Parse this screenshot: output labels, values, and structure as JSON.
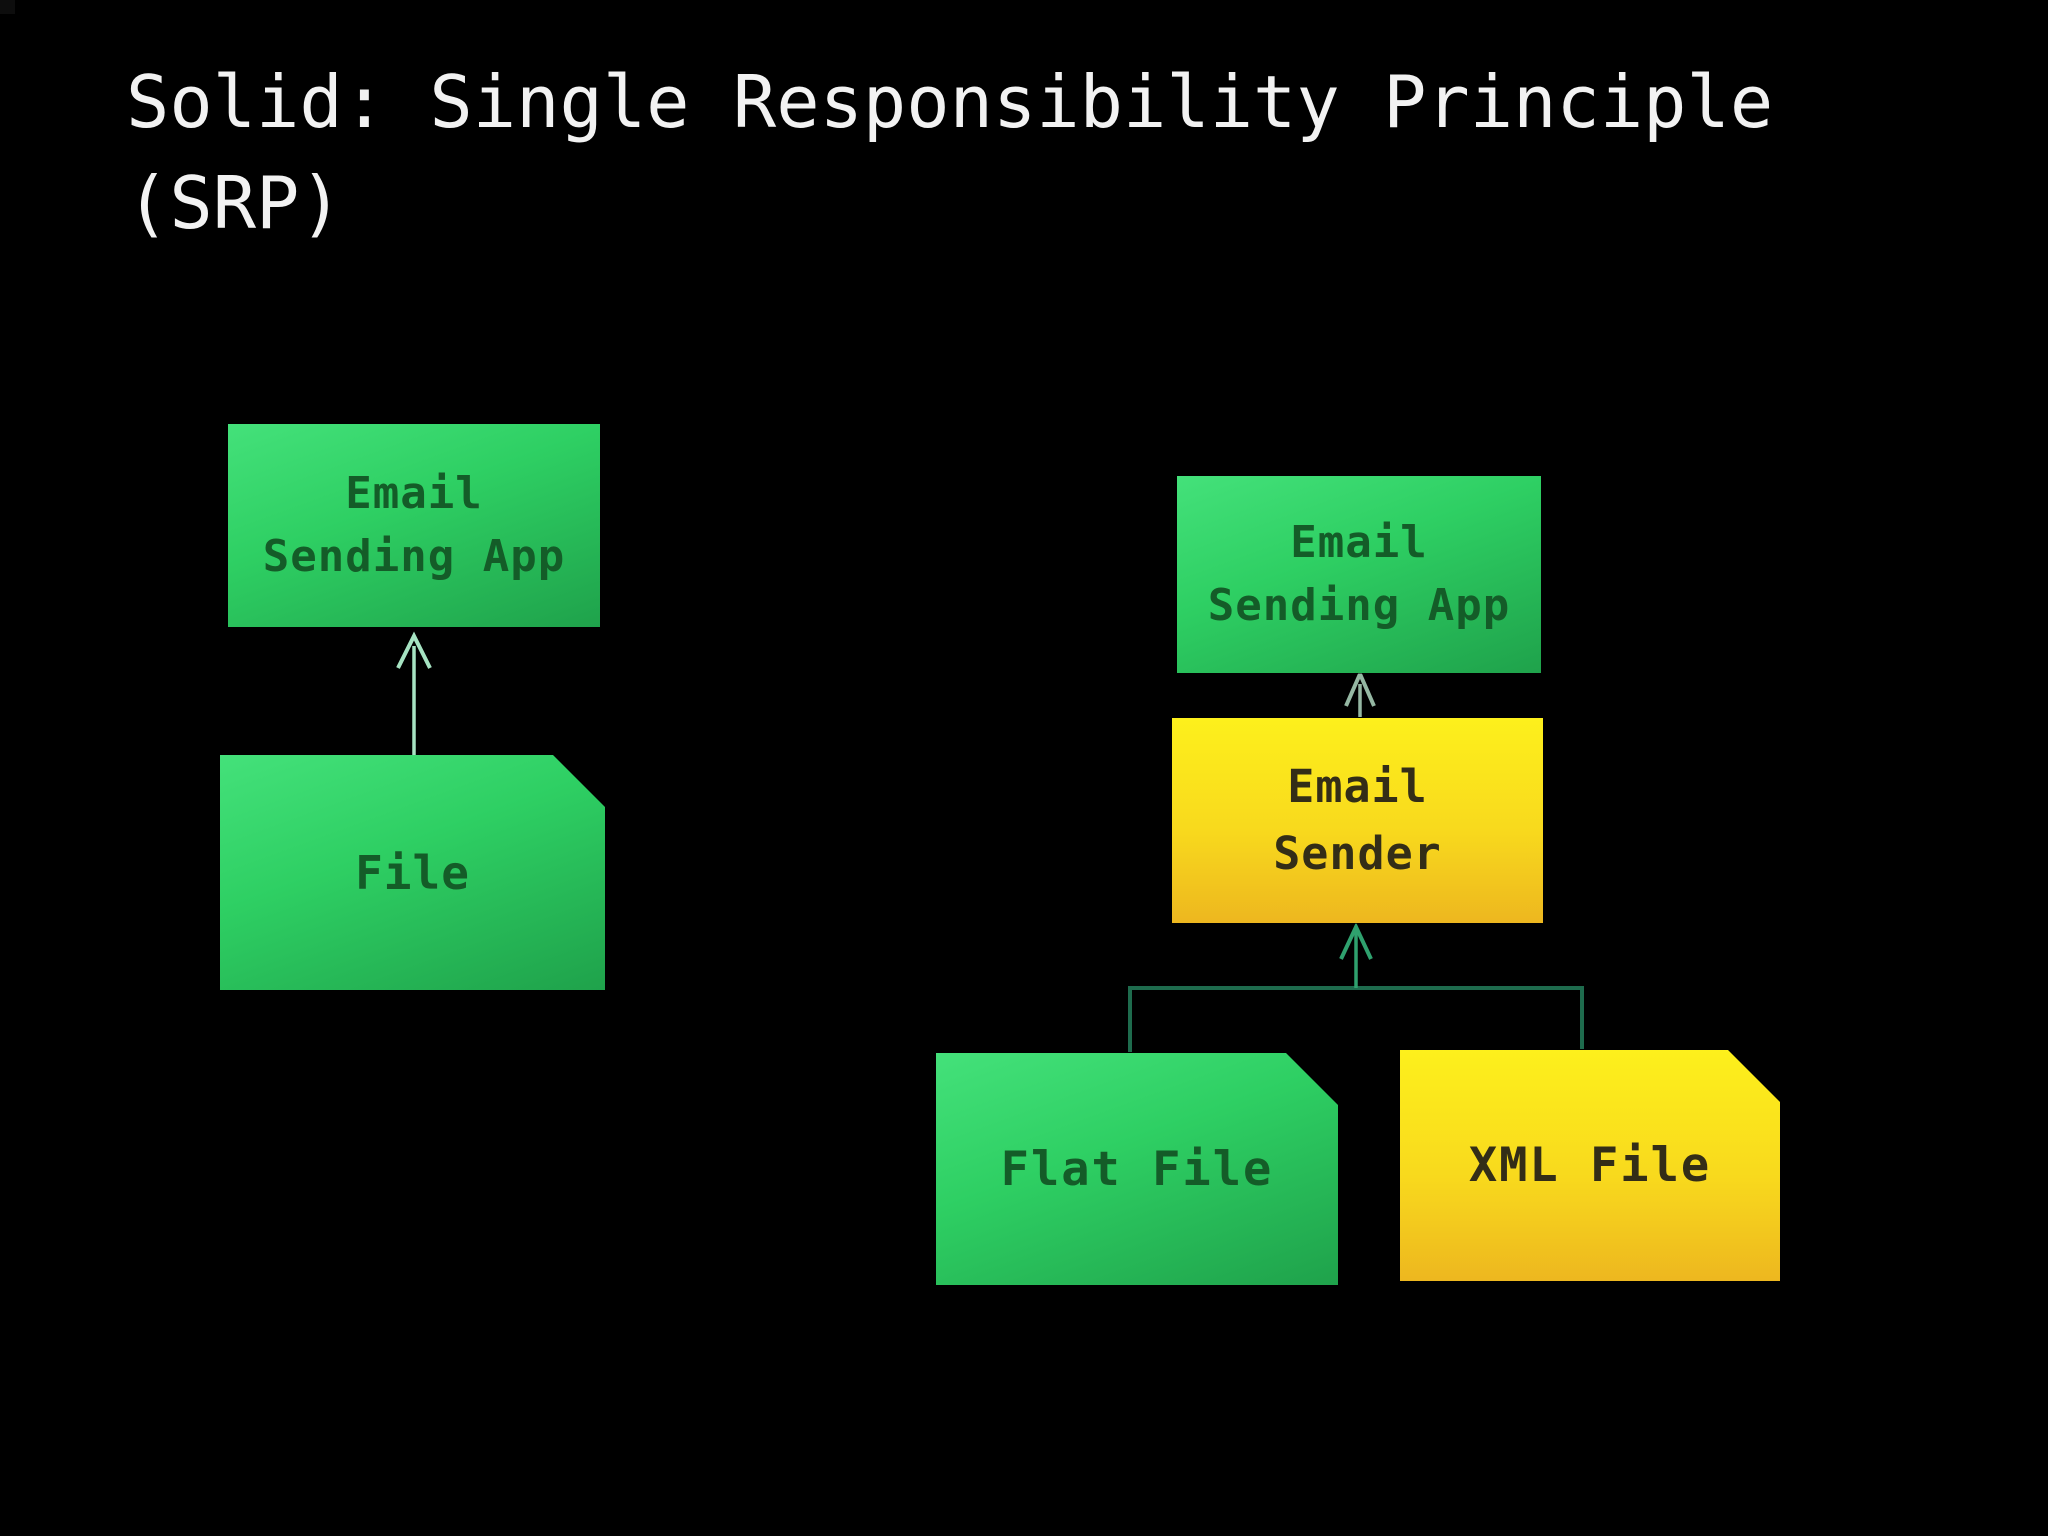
{
  "slide": {
    "background_color": "#000000",
    "title": {
      "full": "Solid: Single Responsibility Principle (SRP)",
      "line1": "Solid: Single Responsibility Principle",
      "line2": "(SRP)",
      "color": "#f2f2f2"
    }
  },
  "colors": {
    "green_node_top": "#44e17a",
    "green_node_bottom": "#1fa24b",
    "green_node_text": "#145c28",
    "yellow_node_top": "#fdf01c",
    "yellow_node_bottom": "#edb71f",
    "yellow_node_text": "#332d17",
    "arrow_light_mint": "#a6e3c2",
    "arrow_gray_green": "#95b8a3",
    "arrow_green": "#2fa16e",
    "branch_connector_teal": "#1e6b4d"
  },
  "left_diagram": {
    "app_box": {
      "line1": "Email",
      "line2": "Sending App"
    },
    "file_node": {
      "label": "File"
    }
  },
  "right_diagram": {
    "app_box": {
      "line1": "Email",
      "line2": "Sending App"
    },
    "sender_box": {
      "line1": "Email",
      "line2": "Sender"
    },
    "flat_file_node": {
      "label": "Flat File"
    },
    "xml_file_node": {
      "label": "XML File"
    }
  }
}
